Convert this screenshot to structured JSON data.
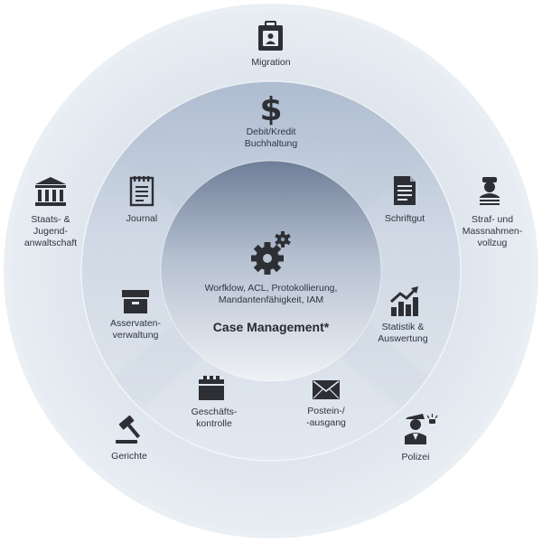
{
  "core": {
    "features_line1": "Worfklow, ACL, Protokollierung,",
    "features_line2": "Mandantenfähigkeit, IAM",
    "title": "Case Management*",
    "icon": "gears-icon"
  },
  "middle_ring": [
    {
      "id": "debit",
      "lines": [
        "Debit/Kredit",
        "Buchhaltung"
      ],
      "icon": "dollar-icon"
    },
    {
      "id": "schriftgut",
      "lines": [
        "Schriftgut"
      ],
      "icon": "document-icon"
    },
    {
      "id": "statistik",
      "lines": [
        "Statistik &",
        "Auswertung"
      ],
      "icon": "chart-icon"
    },
    {
      "id": "posteingang",
      "lines": [
        "Postein-/",
        "-ausgang"
      ],
      "icon": "envelope-icon"
    },
    {
      "id": "geschaeftskontrolle",
      "lines": [
        "Geschäfts-",
        "kontrolle"
      ],
      "icon": "calendar-icon"
    },
    {
      "id": "asservaten",
      "lines": [
        "Asservaten-",
        "verwaltung"
      ],
      "icon": "archive-box-icon"
    },
    {
      "id": "journal",
      "lines": [
        "Journal"
      ],
      "icon": "notepad-icon"
    }
  ],
  "outer_ring": [
    {
      "id": "migration",
      "lines": [
        "Migration"
      ],
      "icon": "passport-icon"
    },
    {
      "id": "strafvollzug",
      "lines": [
        "Straf- und",
        "Massnahmen-",
        "vollzug"
      ],
      "icon": "prisoner-icon"
    },
    {
      "id": "polizei",
      "lines": [
        "Polizei"
      ],
      "icon": "police-officer-icon"
    },
    {
      "id": "gerichte",
      "lines": [
        "Gerichte"
      ],
      "icon": "gavel-icon"
    },
    {
      "id": "staatsanwaltschaft",
      "lines": [
        "Staats- &",
        "Jugend-",
        "anwaltschaft"
      ],
      "icon": "courthouse-icon"
    }
  ],
  "colors": {
    "outer_ring": "#e2e9f1",
    "middle_ring": "#cdd7e4",
    "core": "#7d8ba3",
    "text": "#2e3440",
    "icon": "#2d2f34"
  }
}
